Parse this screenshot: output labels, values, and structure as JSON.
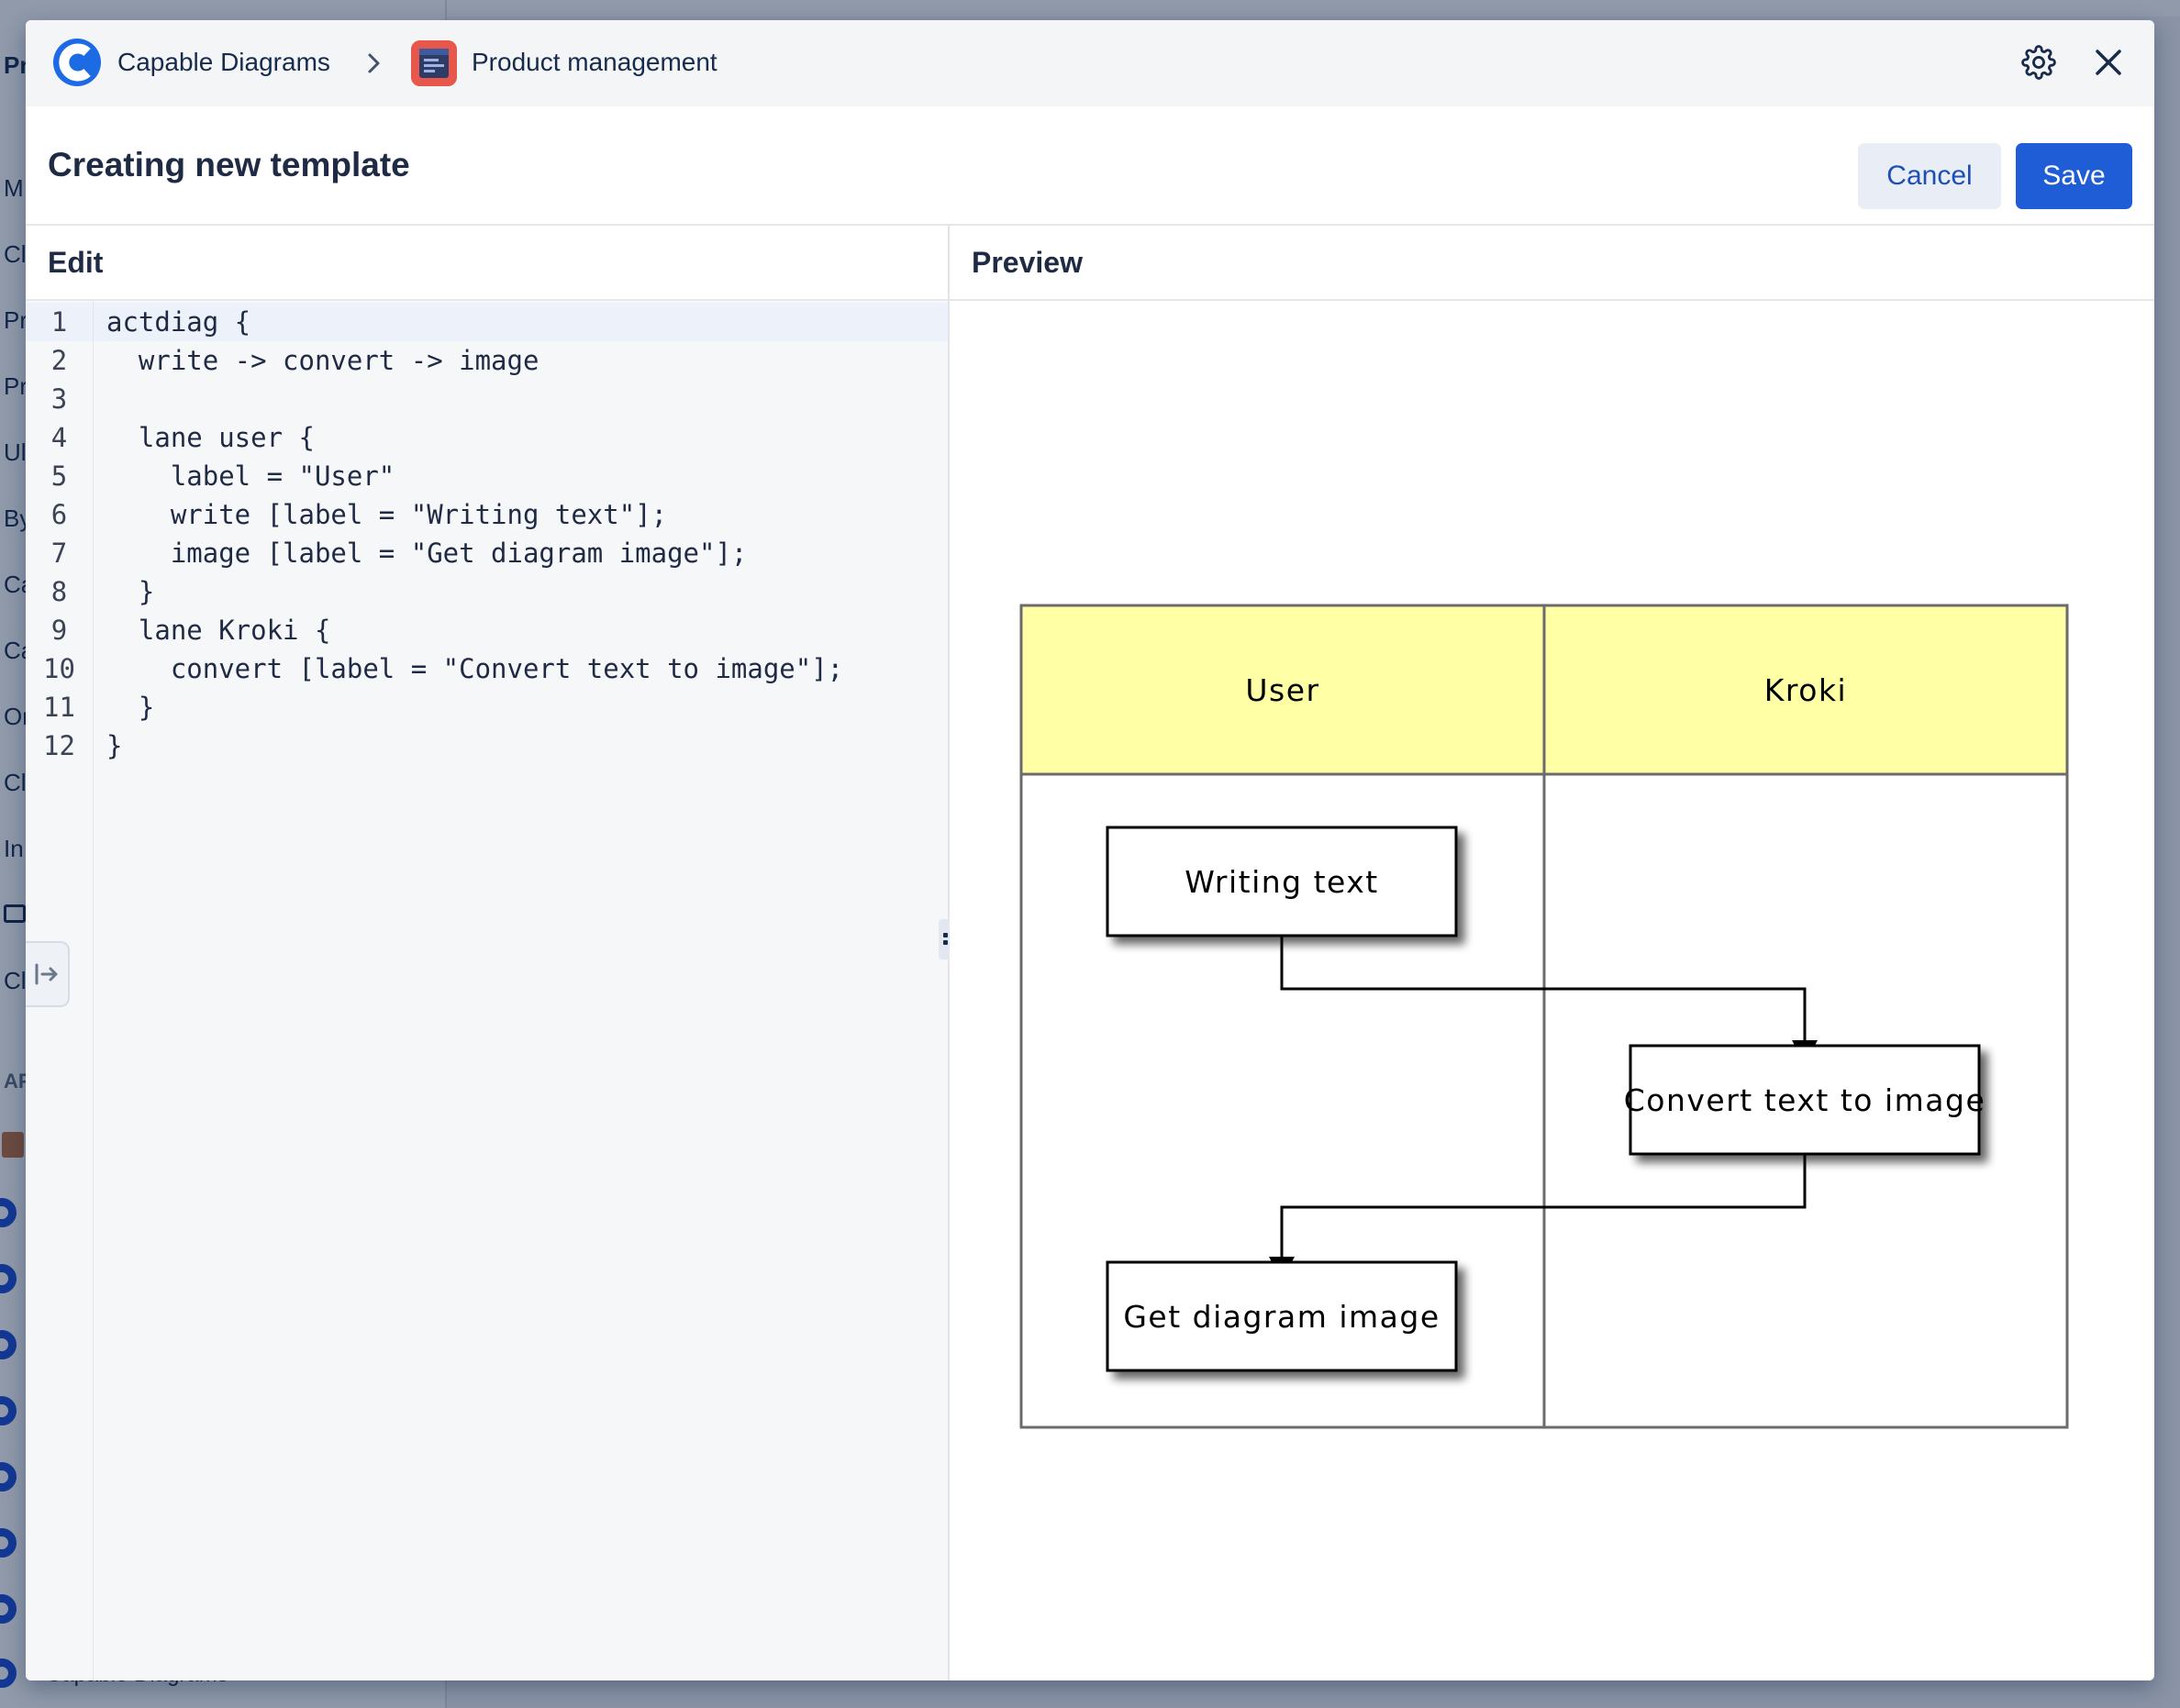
{
  "background": {
    "sidebar_items": [
      "Pr",
      "M",
      "Cl",
      "Pr",
      "Pr",
      "Ul",
      "By",
      "Ca",
      "Ca",
      "Or",
      "Cl",
      "In",
      "Cl"
    ],
    "apps_heading": "AP",
    "bottom_label": "Capable Diagrams"
  },
  "breadcrumb": {
    "app_name": "Capable Diagrams",
    "page_name": "Product management"
  },
  "header": {
    "title": "Creating new template",
    "cancel_label": "Cancel",
    "save_label": "Save"
  },
  "edit": {
    "heading": "Edit",
    "lines": [
      {
        "n": "1",
        "text": "actdiag {"
      },
      {
        "n": "2",
        "text": "  write -> convert -> image"
      },
      {
        "n": "3",
        "text": ""
      },
      {
        "n": "4",
        "text": "  lane user {"
      },
      {
        "n": "5",
        "text": "    label = \"User\""
      },
      {
        "n": "6",
        "text": "    write [label = \"Writing text\"];"
      },
      {
        "n": "7",
        "text": "    image [label = \"Get diagram image\"];"
      },
      {
        "n": "8",
        "text": "  }"
      },
      {
        "n": "9",
        "text": "  lane Kroki {"
      },
      {
        "n": "10",
        "text": "    convert [label = \"Convert text to image\"];"
      },
      {
        "n": "11",
        "text": "  }"
      },
      {
        "n": "12",
        "text": "}"
      }
    ]
  },
  "preview": {
    "heading": "Preview",
    "lanes": [
      "User",
      "Kroki"
    ],
    "nodes": {
      "write": "Writing text",
      "convert": "Convert text to image",
      "image": "Get diagram image"
    },
    "colors": {
      "lane_header": "#ffffa6"
    }
  },
  "icons": {
    "logo": "capable-logo-icon",
    "chevron": "chevron-right-icon",
    "page": "page-icon",
    "settings": "gear-icon",
    "close": "close-icon",
    "drag": "drag-handle-icon",
    "collapse": "collapse-panel-icon"
  }
}
